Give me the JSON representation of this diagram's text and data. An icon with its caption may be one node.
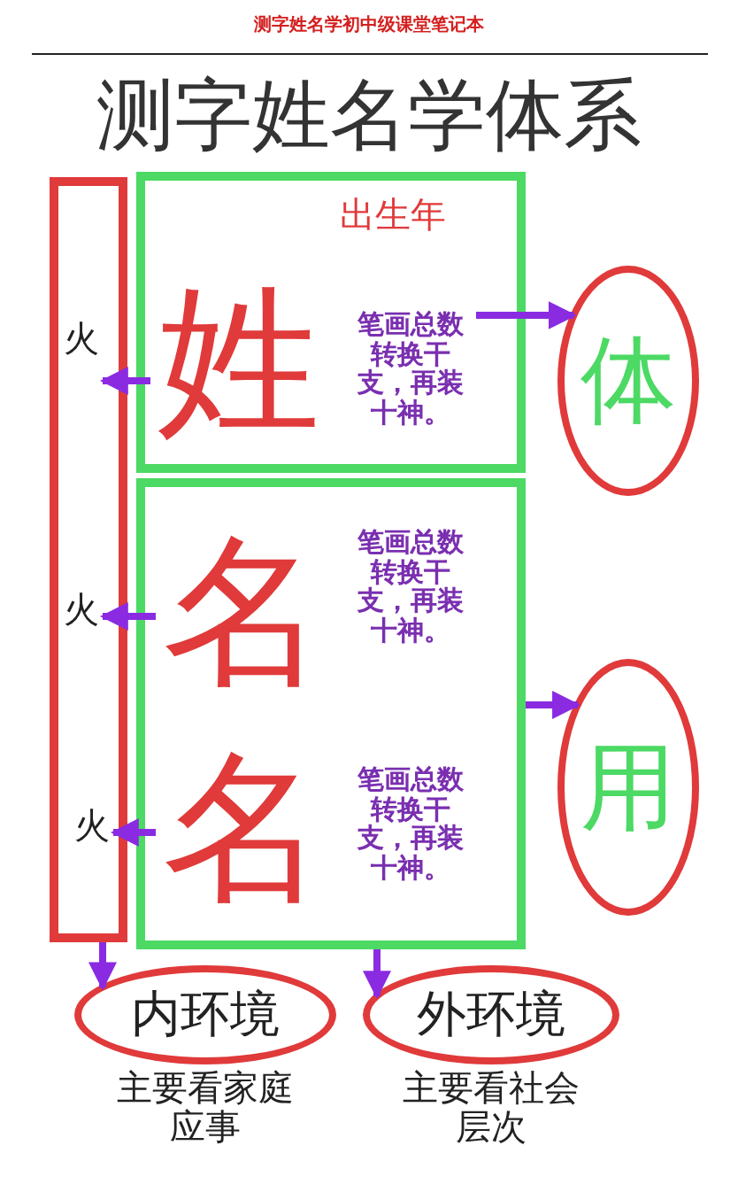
{
  "diagram": {
    "title": "测字姓名学体系",
    "nodes": [
      {
        "text": [],
        "shape": "box"
      },
      {
        "text": [
          "火"
        ],
        "in": 0
      },
      {
        "text": [
          "火"
        ],
        "in": 0
      },
      {
        "text": [
          "火"
        ],
        "in": 0
      },
      {
        "text": [
          "出生年"
        ]
      },
      {
        "text": [
          "姓"
        ],
        "in": 4
      },
      {
        "text": [
          "笔画总数转换干支，再装十神。"
        ],
        "in": 4
      },
      {
        "text": [
          "体"
        ]
      },
      {
        "text": [],
        "shape": "box"
      },
      {
        "text": [
          "名"
        ],
        "in": 8
      },
      {
        "text": [
          "笔画总数转换干支，再装十神。"
        ],
        "in": 8
      },
      {
        "text": [
          "名"
        ],
        "in": 8
      },
      {
        "text": [
          "笔画总数转换干支，再装十神。"
        ],
        "in": 8
      },
      {
        "text": [
          "用"
        ]
      },
      {
        "text": [
          "内环境"
        ],
        "beside": [
          "主要看家庭应事"
        ]
      },
      {
        "text": [
          "外环境"
        ],
        "beside": [
          "主要看社会层次"
        ]
      }
    ],
    "edges": [
      {
        "from": 5,
        "to": 1,
        "arrow": "to"
      },
      {
        "from": 9,
        "to": 2,
        "arrow": "to"
      },
      {
        "from": 11,
        "to": 3,
        "arrow": "to"
      },
      {
        "from": 6,
        "to": 7,
        "arrow": "to"
      },
      {
        "from": 8,
        "to": 13,
        "arrow": "to"
      },
      {
        "from": 0,
        "to": 14,
        "arrow": "to"
      },
      {
        "from": 8,
        "to": 15,
        "arrow": "to"
      }
    ],
    "labels": [
      "测字姓名学初中级课堂笔记本"
    ]
  }
}
